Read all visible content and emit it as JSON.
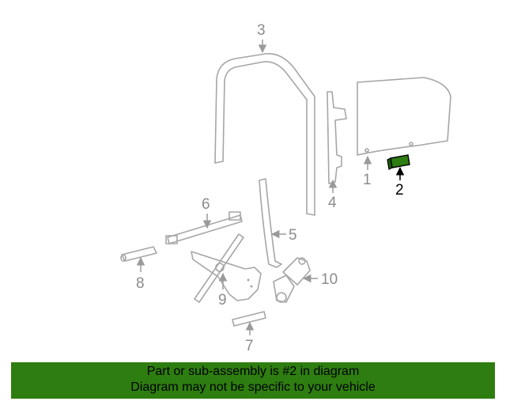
{
  "diagram": {
    "highlight_color": "#2e7d10",
    "parts": [
      {
        "number": "1"
      },
      {
        "number": "2",
        "highlighted": true
      },
      {
        "number": "3"
      },
      {
        "number": "4"
      },
      {
        "number": "5"
      },
      {
        "number": "6"
      },
      {
        "number": "7"
      },
      {
        "number": "8"
      },
      {
        "number": "9"
      },
      {
        "number": "10"
      }
    ]
  },
  "banner": {
    "line1": "Part or sub-assembly is #2 in diagram",
    "line2": "Diagram may not be specific to your vehicle",
    "background": "#2e7d10"
  }
}
